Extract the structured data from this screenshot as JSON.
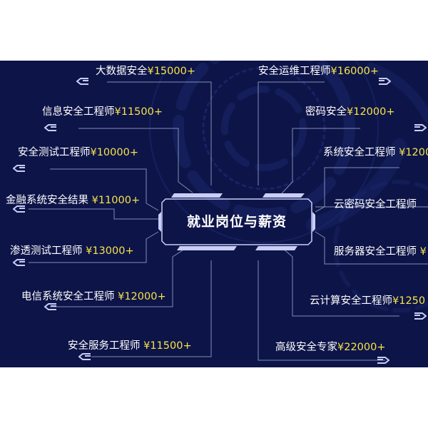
{
  "center": {
    "title": "就业岗位与薪资"
  },
  "colors": {
    "background": "#0d1448",
    "line": "#7f8fb5",
    "salary": "#f7e34a",
    "text": "#ffffff",
    "accent": "#c9cef7"
  },
  "left_items": [
    {
      "title": "大数据安全",
      "salary": "¥15000+"
    },
    {
      "title": "信息安全工程师",
      "salary": "¥11500+"
    },
    {
      "title": "安全测试工程师",
      "salary": "¥10000+"
    },
    {
      "title": "金融系统安全结果 ",
      "salary": "¥11000+"
    },
    {
      "title": "渗透测试工程师 ",
      "salary": "¥13000+"
    },
    {
      "title": "电信系统安全工程师 ",
      "salary": "¥12000+"
    },
    {
      "title": "安全服务工程师 ",
      "salary": "¥11500+"
    }
  ],
  "right_items": [
    {
      "title": "安全运维工程师",
      "salary": "¥16000+"
    },
    {
      "title": "密码安全",
      "salary": "¥12000+"
    },
    {
      "title": "系统安全工程师 ",
      "salary": "¥1200"
    },
    {
      "title": "云密码安全工程师",
      "salary": ""
    },
    {
      "title": "服务器安全工程师 ",
      "salary": "¥"
    },
    {
      "title": "云计算安全工程师",
      "salary": "¥1250"
    },
    {
      "title": "高级安全专家",
      "salary": "¥22000+"
    }
  ]
}
